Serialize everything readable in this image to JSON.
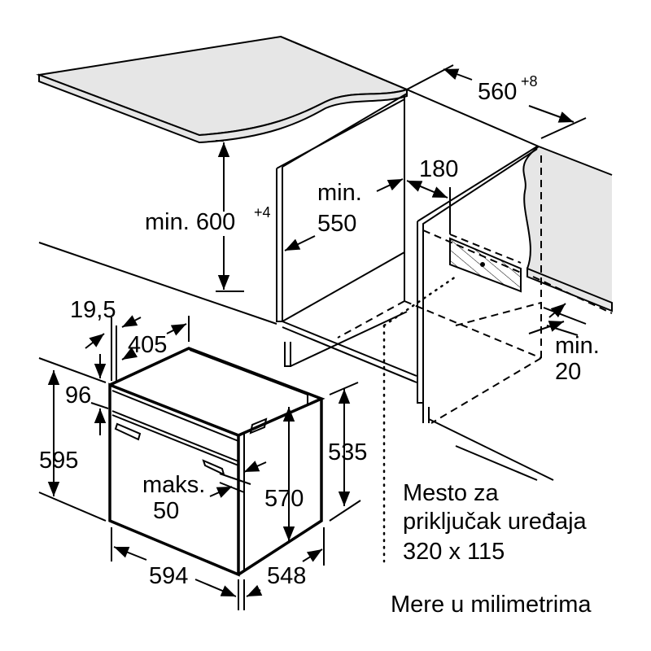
{
  "title": "Oven installation dimensions",
  "colors": {
    "line": "#000000",
    "surface": "#e6e6e6",
    "background": "#ffffff"
  },
  "cabinet": {
    "width_label": "560",
    "width_tolerance": "+8",
    "height_label": "min. 600",
    "height_tolerance": "+4",
    "depth_min_label": "min.",
    "depth_value": "550",
    "connection_offset": "180",
    "gap_min_label": "min.",
    "gap_value": "20"
  },
  "oven": {
    "front_panel_thickness": "19,5",
    "top_depth": "405",
    "control_panel_height": "96",
    "height": "595",
    "max_door_label": "maks.",
    "max_door_value": "50",
    "inner_height": "570",
    "side_height": "535",
    "width": "594",
    "depth": "548"
  },
  "connection_note": [
    "Mesto za",
    "priključak uređaja",
    "320 x 115"
  ],
  "units_note": "Mere u milimetrima"
}
